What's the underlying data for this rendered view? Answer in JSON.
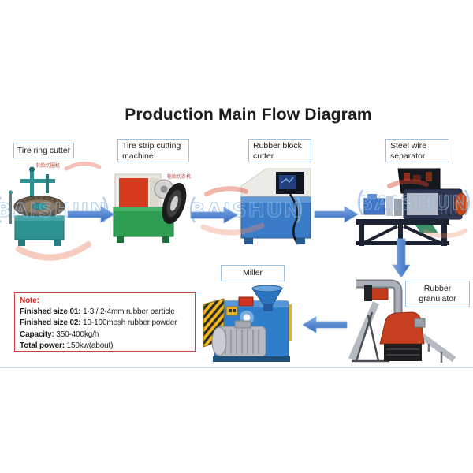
{
  "title": "Production Main Flow Diagram",
  "watermark": {
    "text": "BAISHUN",
    "letter_color": "#8fb8e4",
    "swoosh_color": "#e0482e"
  },
  "flow": {
    "arrow_color": "#4a82d6",
    "label_border_color": "#9cc3e5",
    "stations": [
      {
        "label": "Tire ring cutter",
        "photo_caption": "轮胎切圈机"
      },
      {
        "label": "Tire strip cutting machine",
        "photo_caption": "轮胎切条机"
      },
      {
        "label": "Rubber block cutter"
      },
      {
        "label": "Steel wire separator"
      },
      {
        "label": "Miller"
      },
      {
        "label": "Rubber granulator"
      }
    ]
  },
  "note": {
    "heading": "Note:",
    "border_color": "#d94040",
    "items": [
      {
        "label": "Finished size 01:",
        "value": " 1-3 / 2-4mm rubber particle"
      },
      {
        "label": "Finished size 02:",
        "value": " 10-100mesh rubber powder"
      },
      {
        "label": "Capacity:",
        "value": " 350-400kg/h"
      },
      {
        "label": "Total power:",
        "value": " 150kw(about)"
      }
    ]
  }
}
